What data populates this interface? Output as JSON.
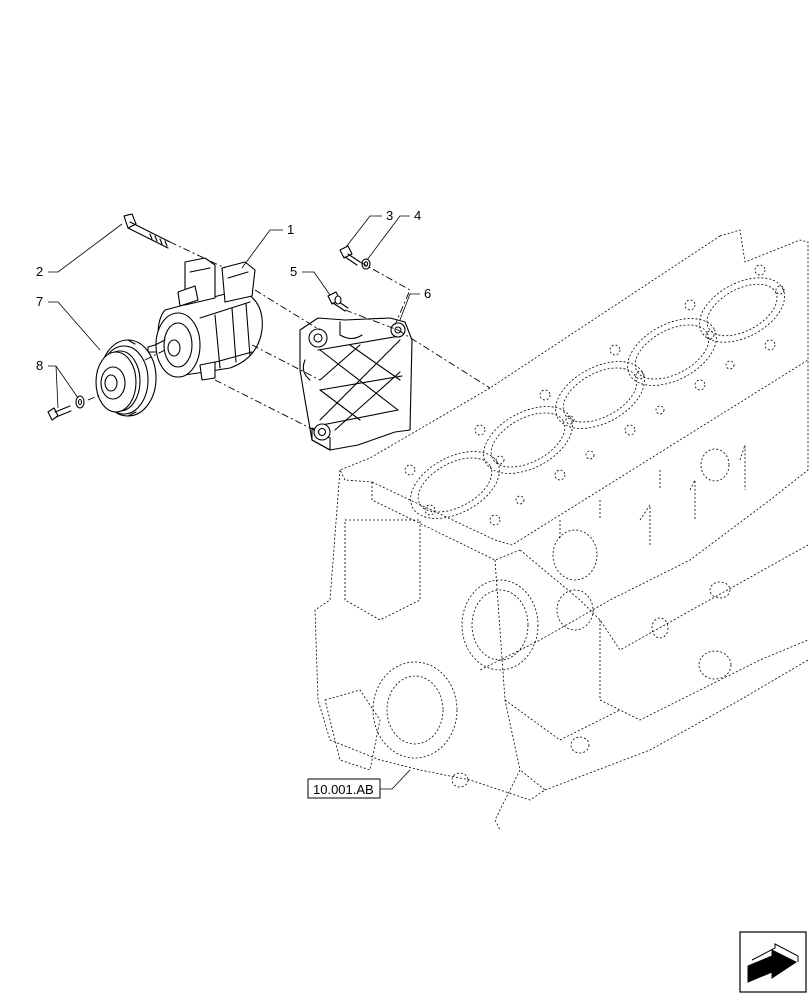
{
  "callouts": {
    "c1": "1",
    "c2": "2",
    "c3": "3",
    "c4": "4",
    "c5": "5",
    "c6": "6",
    "c7": "7",
    "c8": "8"
  },
  "reference_label": "10.001.AB",
  "nav_icon": "next-page-arrow-icon"
}
